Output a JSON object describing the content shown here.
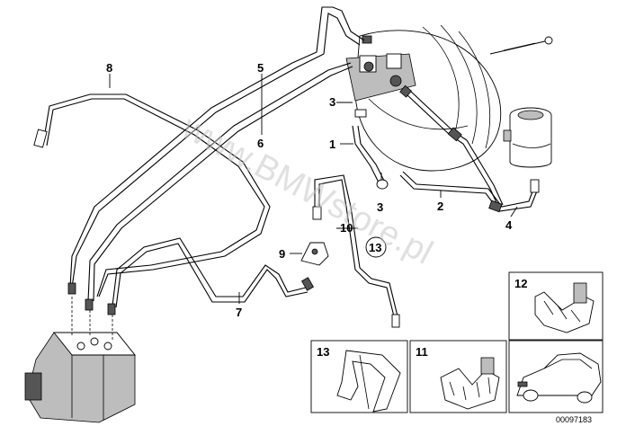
{
  "callouts": {
    "c1": "1",
    "c2": "2",
    "c3a": "3",
    "c3b": "3",
    "c4": "4",
    "c5": "5",
    "c6": "6",
    "c7": "7",
    "c8": "8",
    "c9": "9",
    "c10": "10",
    "c11": "11",
    "c12": "12",
    "c13_circle": "13",
    "c13_box": "13"
  },
  "insets": {
    "box12_label": "12",
    "box13_label": "13",
    "box11_label": "11"
  },
  "watermark": "www.BMWstore.pl",
  "diagram_number": "00097183",
  "colors": {
    "line": "#000000",
    "watermark": "#c8c8c8",
    "background": "#ffffff"
  }
}
